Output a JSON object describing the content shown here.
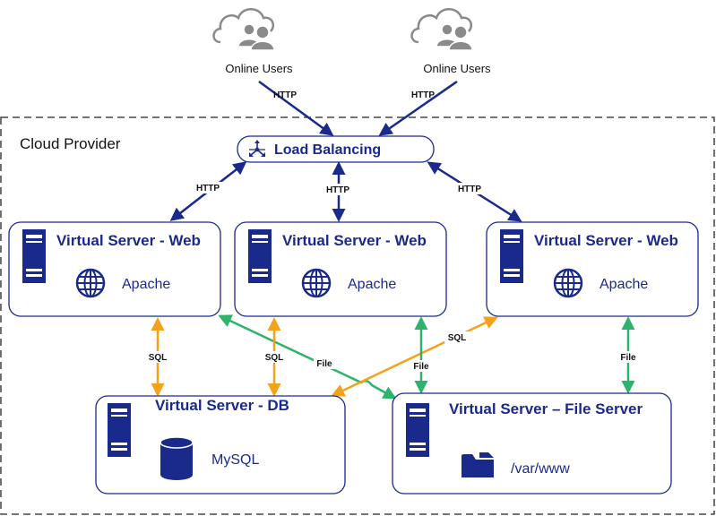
{
  "users": [
    {
      "label": "Online Users",
      "icon": "cloud-users-icon"
    },
    {
      "label": "Online Users",
      "icon": "cloud-users-icon"
    }
  ],
  "provider": {
    "label": "Cloud Provider"
  },
  "load_balancer": {
    "label": "Load Balancing",
    "icon": "load-balancer-icon"
  },
  "web_servers": [
    {
      "title": "Virtual Server - Web",
      "service": "Apache",
      "icon": "globe-icon"
    },
    {
      "title": "Virtual Server - Web",
      "service": "Apache",
      "icon": "globe-icon"
    },
    {
      "title": "Virtual Server - Web",
      "service": "Apache",
      "icon": "globe-icon"
    }
  ],
  "db_server": {
    "title": "Virtual Server - DB",
    "service": "MySQL",
    "icon": "database-icon"
  },
  "file_server": {
    "title": "Virtual Server – File Server",
    "service": "/var/www",
    "icon": "folder-icon"
  },
  "protocols": {
    "http": "HTTP",
    "sql": "SQL",
    "file": "File"
  },
  "colors": {
    "navy": "#1a2a8c",
    "http_arrow": "#1a2a8c",
    "sql_arrow": "#f5a21b",
    "file_arrow": "#2db36b"
  }
}
